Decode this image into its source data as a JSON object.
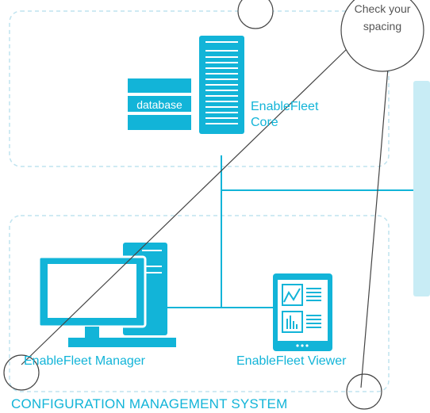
{
  "core": {
    "line1": "EnableFleet",
    "line2": "Core"
  },
  "database_label": "database",
  "manager_label": "EnableFleet Manager",
  "viewer_label": "EnableFleet Viewer",
  "system_label": "CONFIGURATION MANAGEMENT SYSTEM",
  "callout": {
    "line1": "Check your",
    "line2": "spacing"
  },
  "colors": {
    "accent": "#12b4d8",
    "dashed_border": "#bfe3ef",
    "scrollbar": "#c8ecf5",
    "annotation": "#444444"
  }
}
